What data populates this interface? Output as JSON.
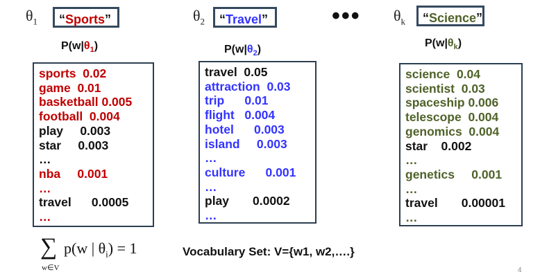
{
  "slide_number": "4",
  "colors": {
    "sports": "#c00000",
    "travel": "#3333ff",
    "science": "#4f6228",
    "neutral": "#111111"
  },
  "topics": [
    {
      "id": "sports",
      "theta_symbol": "θ",
      "theta_sub": "1",
      "label": "Sports",
      "prob_prefix": "P(w|",
      "prob_theta": "θ",
      "prob_sub": "1",
      "prob_suffix": ")",
      "words": [
        {
          "text": "sports  0.02",
          "color": "#c00000"
        },
        {
          "text": "game  0.01",
          "color": "#c00000"
        },
        {
          "text": "basketball 0.005",
          "color": "#c00000"
        },
        {
          "text": "football  0.004",
          "color": "#c00000"
        },
        {
          "text": "play     0.003",
          "color": "#111111"
        },
        {
          "text": "star     0.003",
          "color": "#111111"
        },
        {
          "text": "…",
          "color": "#111111"
        },
        {
          "text": "nba     0.001",
          "color": "#c00000"
        },
        {
          "text": "…",
          "color": "#c00000"
        },
        {
          "text": "travel      0.0005",
          "color": "#111111"
        },
        {
          "text": "…",
          "color": "#c00000"
        }
      ]
    },
    {
      "id": "travel",
      "theta_symbol": "θ",
      "theta_sub": "2",
      "label": "Travel",
      "prob_prefix": "P(w|",
      "prob_theta": "θ",
      "prob_sub": "2",
      "prob_suffix": ")",
      "words": [
        {
          "text": "travel  0.05",
          "color": "#111111"
        },
        {
          "text": "attraction  0.03",
          "color": "#3333ff"
        },
        {
          "text": "trip      0.01",
          "color": "#3333ff"
        },
        {
          "text": "flight   0.004",
          "color": "#3333ff"
        },
        {
          "text": "hotel      0.003",
          "color": "#3333ff"
        },
        {
          "text": "island     0.003",
          "color": "#3333ff"
        },
        {
          "text": "…",
          "color": "#3333ff"
        },
        {
          "text": "culture      0.001",
          "color": "#3333ff"
        },
        {
          "text": "…",
          "color": "#3333ff"
        },
        {
          "text": "play       0.0002",
          "color": "#111111"
        },
        {
          "text": "…",
          "color": "#3333ff"
        }
      ]
    },
    {
      "id": "science",
      "theta_symbol": "θ",
      "theta_sub": "k",
      "label": "Science",
      "prob_prefix": "P(w|",
      "prob_theta": "θ",
      "prob_sub": "k",
      "prob_suffix": ")",
      "words": [
        {
          "text": "science  0.04",
          "color": "#4f6228"
        },
        {
          "text": "scientist  0.03",
          "color": "#4f6228"
        },
        {
          "text": "spaceship 0.006",
          "color": "#4f6228"
        },
        {
          "text": "telescope  0.004",
          "color": "#4f6228"
        },
        {
          "text": "genomics  0.004",
          "color": "#4f6228"
        },
        {
          "text": "star    0.002",
          "color": "#111111"
        },
        {
          "text": "…",
          "color": "#4f6228"
        },
        {
          "text": "genetics     0.001",
          "color": "#4f6228"
        },
        {
          "text": "…",
          "color": "#4f6228"
        },
        {
          "text": "travel       0.00001",
          "color": "#111111"
        },
        {
          "text": "…",
          "color": "#4f6228"
        }
      ]
    }
  ],
  "ellipsis": "•••",
  "formula": {
    "sum": "∑",
    "body": "p(w | θ",
    "index": "i",
    "tail": ") = 1",
    "under": "w∈V"
  },
  "vocabulary": "Vocabulary Set: V={w1, w2,….}"
}
